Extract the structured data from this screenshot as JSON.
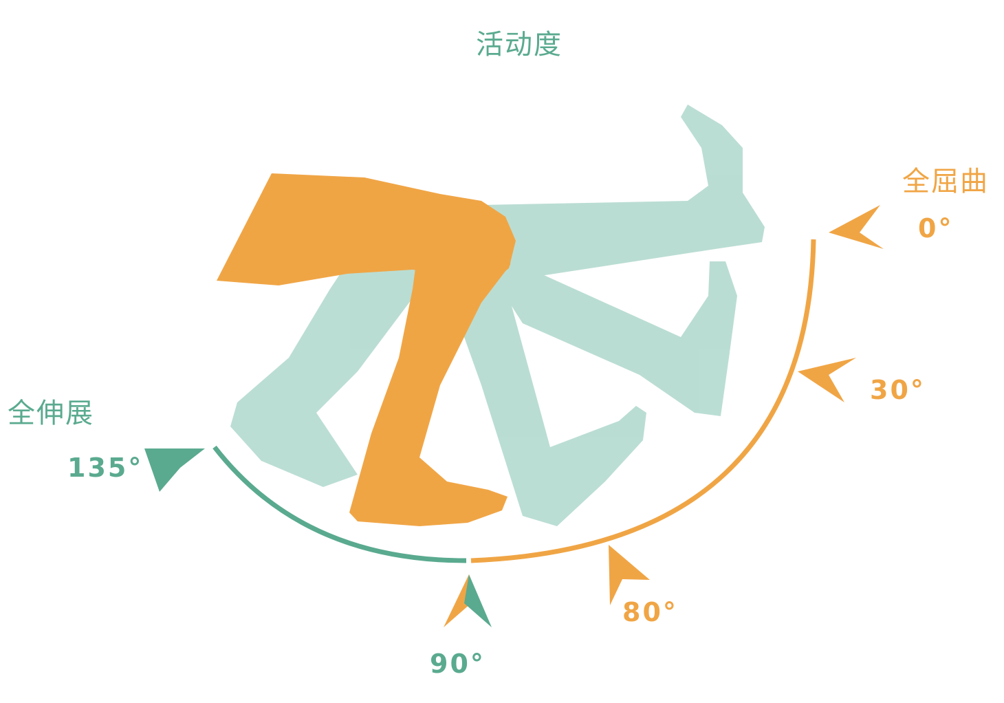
{
  "title": "活动度",
  "flexion": {
    "title": "全屈曲",
    "angles": {
      "a0": "0°",
      "a30": "30°",
      "a80": "80°"
    }
  },
  "extension": {
    "title": "全伸展",
    "angles": {
      "a135": "135°",
      "a90": "90°"
    }
  },
  "colors": {
    "teal": "#5aaa8f",
    "teal_light": "#b5dbd0",
    "orange": "#f0a545"
  },
  "icons": {
    "pointer": "arrowhead-icon"
  }
}
